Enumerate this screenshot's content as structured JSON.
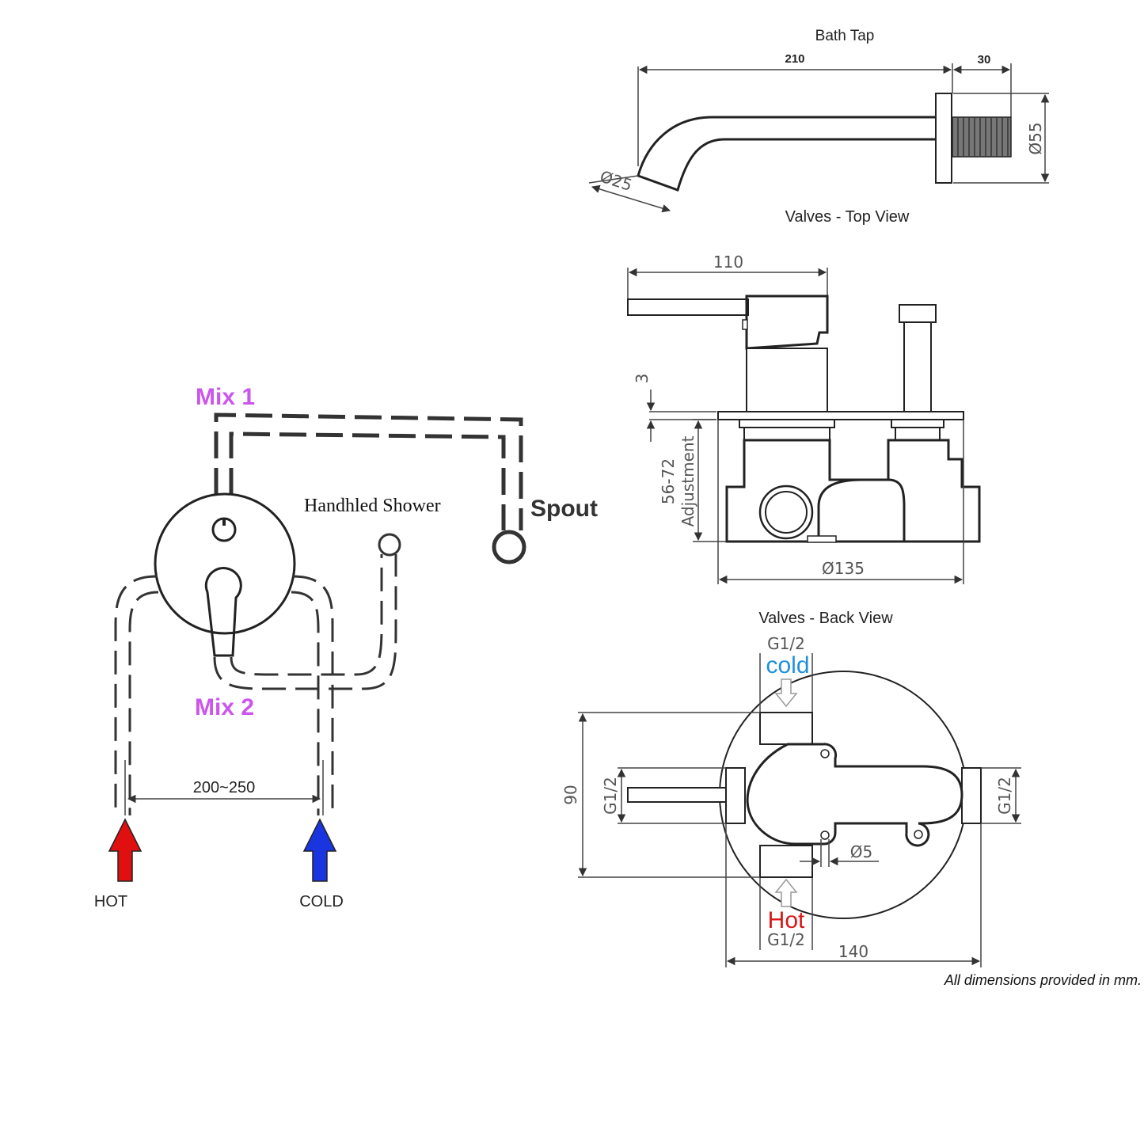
{
  "left": {
    "mix1": "Mix 1",
    "mix2": "Mix 2",
    "handheld": "Handhled Shower",
    "spout": "Spout",
    "spacing": "200~250",
    "hot": "HOT",
    "cold": "COLD",
    "colors": {
      "mix": "#cc55ee",
      "hot": "#e01010",
      "cold": "#1a35e0"
    }
  },
  "bath_tap": {
    "title": "Bath Tap",
    "dim_length": "210",
    "dim_thread": "30",
    "dim_flange": "Ø55",
    "dim_spout": "Ø25"
  },
  "top_view": {
    "title": "Valves - Top View",
    "dim_width": "110",
    "dim_plate": "3",
    "dim_adjust": "56-72",
    "adjust_label": "Adjustment",
    "dim_body": "Ø135"
  },
  "back_view": {
    "title": "Valves - Back View",
    "g_top": "G1/2",
    "cold": "cold",
    "g_left": "G1/2",
    "g_right": "G1/2",
    "dim_height": "90",
    "dim_hole": "Ø5",
    "hot": "Hot",
    "g_bottom": "G1/2",
    "dim_width": "140",
    "colors": {
      "cold": "#1e90e0",
      "hot": "#d81818"
    }
  },
  "footnote": "All dimensions provided in mm."
}
